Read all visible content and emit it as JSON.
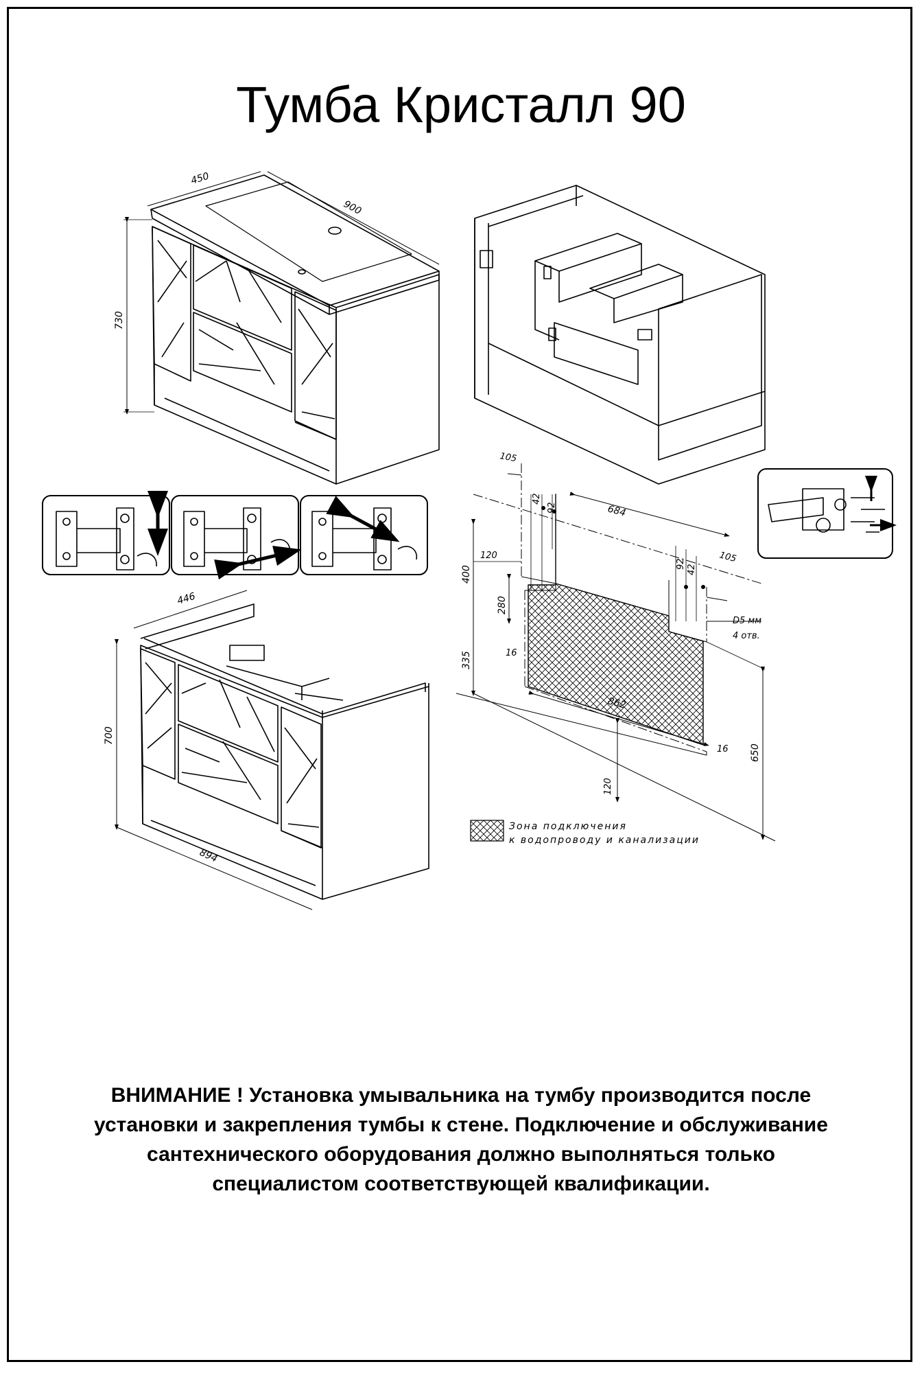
{
  "title": "Тумба Кристалл 90",
  "view_top_left": {
    "dim_depth": "450",
    "dim_width": "900",
    "dim_height": "730"
  },
  "view_bottom_left": {
    "dim_depth": "446",
    "dim_height": "700",
    "dim_width": "894"
  },
  "wall_plan": {
    "dim_105_top": "105",
    "dim_42_top": "42",
    "dim_92_top": "92",
    "dim_684": "684",
    "dim_105_right": "105",
    "dim_92_right": "92",
    "dim_42_right": "42",
    "dim_120_left": "120",
    "dim_400": "400",
    "dim_280": "280",
    "dim_335": "335",
    "dim_16_left": "16",
    "dim_862": "862",
    "dim_16_right": "16",
    "dim_120_bottom": "120",
    "dim_650": "650",
    "hole_line1": "D5 мм",
    "hole_line2": "4 отв.",
    "legend_line1": "Зона подключения",
    "legend_line2": "к водопроводу и канализации"
  },
  "warning": {
    "line1": "ВНИМАНИЕ ! Установка умывальника на тумбу производится после",
    "line2": "установки и закрепления тумбы к стене. Подключение и обслуживание",
    "line3": "сантехнического оборудования должно выполняться только",
    "line4": "специалистом соответствующей квалификации."
  }
}
